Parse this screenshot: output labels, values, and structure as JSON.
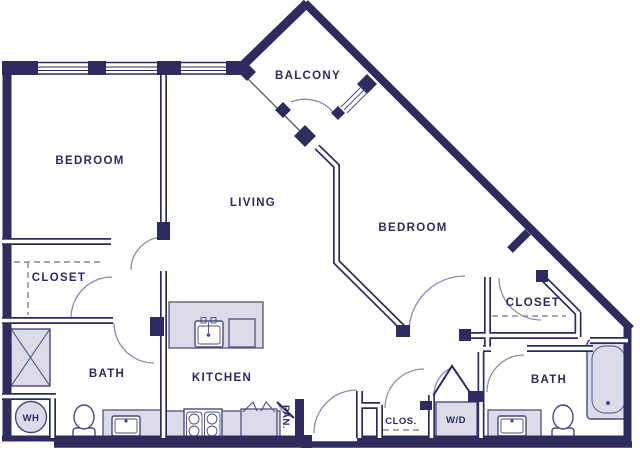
{
  "plan": {
    "type": "apartment-floor-plan",
    "colors": {
      "wall": "#2e2b5f",
      "fixture_fill": "#dcdbe9",
      "thin_line": "#55517f",
      "door_arc": "#8d8ab2",
      "dashed_line": "#8a87b0",
      "background": "#ffffff",
      "label": "#2e2b5f"
    },
    "rooms": {
      "bedroom_left": {
        "label": "BEDROOM"
      },
      "bedroom_right": {
        "label": "BEDROOM"
      },
      "living": {
        "label": "LIVING"
      },
      "balcony": {
        "label": "BALCONY"
      },
      "kitchen": {
        "label": "KITCHEN"
      },
      "bath_left": {
        "label": "BATH"
      },
      "bath_right": {
        "label": "BATH"
      },
      "closet_left": {
        "label": "CLOSET"
      },
      "closet_right": {
        "label": "CLOSET"
      },
      "closet_hall": {
        "label": "CLOS."
      },
      "washer_dryer": {
        "label": "W/D"
      },
      "water_heater": {
        "label": "WH"
      },
      "pantry": {
        "label": "PAN."
      }
    }
  }
}
